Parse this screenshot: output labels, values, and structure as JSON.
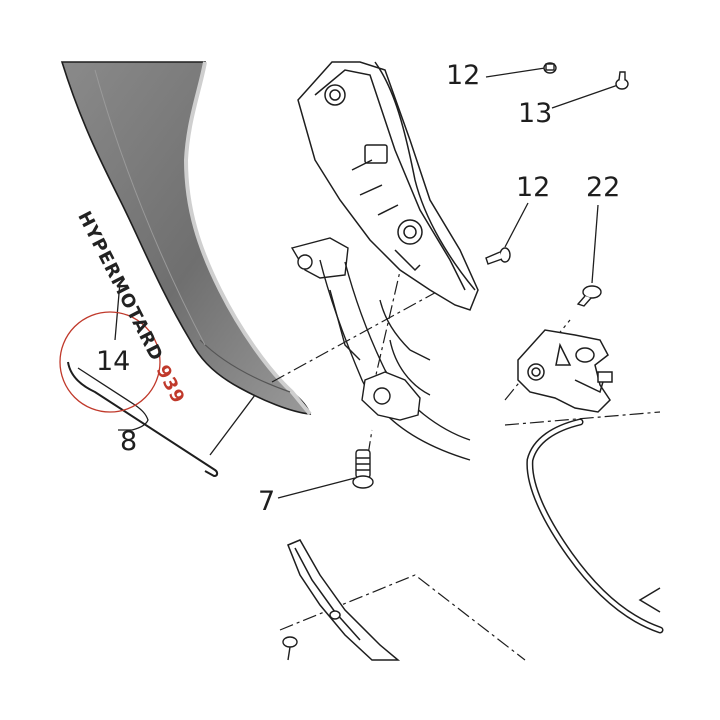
{
  "diagram": {
    "callouts": {
      "c12a": "12",
      "c13": "13",
      "c12b": "12",
      "c22": "22",
      "c14": "14",
      "c8": "8",
      "c7": "7"
    },
    "decal": {
      "brand": "HYPERMOTARD",
      "model": "939"
    },
    "colors": {
      "line": "#1e1e1e",
      "panel_dark": "#7a7a7a",
      "panel_light": "#bdbdbd",
      "highlight_circle": "#c0392b"
    }
  }
}
